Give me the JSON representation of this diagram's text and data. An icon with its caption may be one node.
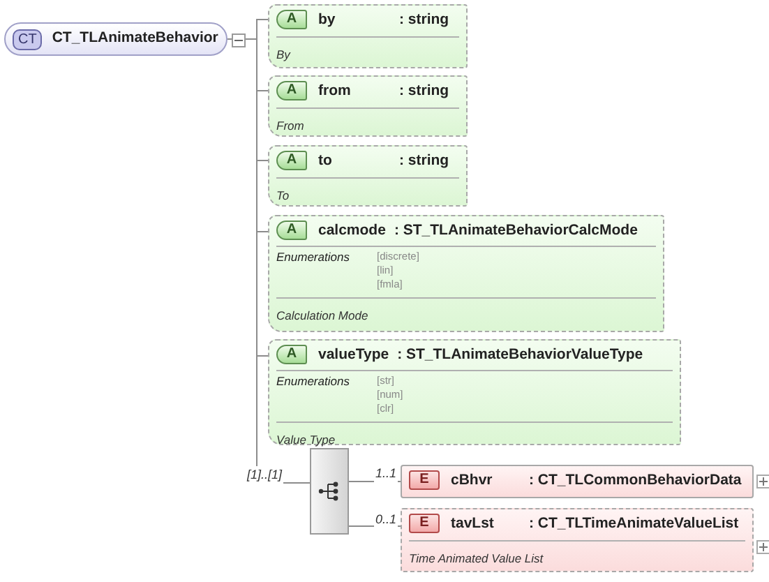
{
  "diagram": {
    "nodes": [
      {
        "text": [
          "CT",
          "CT_TLAnimateBehavior"
        ]
      },
      {
        "text": [
          "A",
          "by",
          ": string",
          "By"
        ]
      },
      {
        "text": [
          "A",
          "from",
          ": string",
          "From"
        ]
      },
      {
        "text": [
          "A",
          "to",
          ": string",
          "To"
        ]
      },
      {
        "text": [
          "A",
          "calcmode",
          ": ST_TLAnimateBehaviorCalcMode",
          "Enumerations",
          "[discrete]",
          "[lin]",
          "[fmla]",
          "Calculation Mode"
        ]
      },
      {
        "text": [
          "A",
          "valueType",
          ": ST_TLAnimateBehaviorValueType",
          "Enumerations",
          "[str]",
          "[num]",
          "[clr]",
          "Value Type"
        ]
      },
      {
        "text": [],
        "shape": "box"
      },
      {
        "text": [
          "E",
          "cBhvr",
          ": CT_TLCommonBehaviorData"
        ]
      },
      {
        "text": [
          "E",
          "tavLst",
          ": CT_TLTimeAnimateValueList",
          "Time Animated Value List"
        ]
      }
    ],
    "edges": [
      {
        "from": 0,
        "to": 1,
        "arrow": "none"
      },
      {
        "from": 0,
        "to": 2,
        "arrow": "none"
      },
      {
        "from": 0,
        "to": 3,
        "arrow": "none"
      },
      {
        "from": 0,
        "to": 4,
        "arrow": "none"
      },
      {
        "from": 0,
        "to": 5,
        "arrow": "none"
      },
      {
        "from": 0,
        "to": 6,
        "arrow": "none",
        "label": "[1]..[1]"
      },
      {
        "from": 6,
        "to": 7,
        "arrow": "none",
        "label": "1..1"
      },
      {
        "from": 6,
        "to": 8,
        "arrow": "none",
        "label": "0..1"
      }
    ]
  }
}
